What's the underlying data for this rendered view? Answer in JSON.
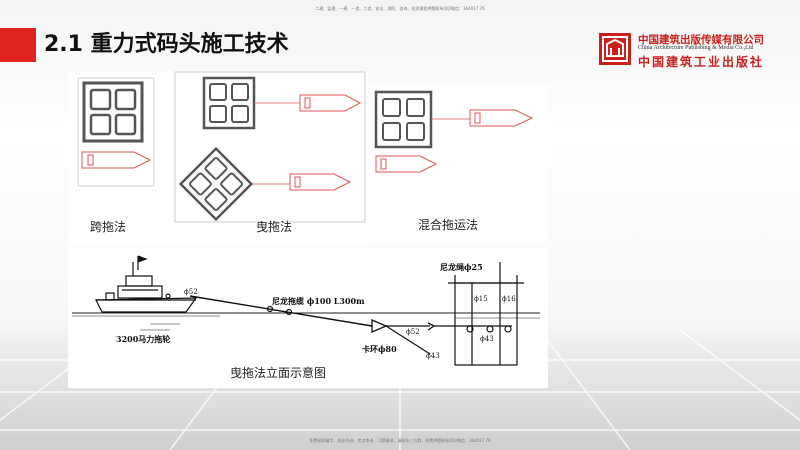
{
  "header": {
    "top_note": "二建、监理、一建、一造、二造、安全、消防、咨询、检测课程押题联系QQ/微信：364017 76",
    "title": "2.1 重力式码头施工技术"
  },
  "publisher": {
    "name_cn": "中国建筑出版传媒有限公司",
    "name_en": "China Architecture Publishing & Media Co.,Ltd",
    "name_cn_stylized": "中国建筑工业出版社"
  },
  "methods": {
    "straddle_label": "跨拖法",
    "tow_label": "曳拖法",
    "mixed_label": "混合拖运法"
  },
  "elevation": {
    "caption": "曳拖法立面示意图",
    "tug_label": "3200马力拖轮",
    "rope_label": "尼龙拖缆 ϕ100  L300m",
    "rope_small_label": "ϕ52",
    "rope_small_label_2": "ϕ52",
    "shackle_label": "卡环ϕ80",
    "rope_lower_label": "ϕ43",
    "nylon_rope_label": "尼龙绳ϕ25",
    "caisson_dim_15": "ϕ15",
    "caisson_dim_43": "ϕ43",
    "caisson_dim_16": "ϕ16"
  },
  "footer": {
    "bottom_note": "免费获取精华、执业内训、考点串讲、习题精讲，请联系三方群，收费押题联系QQ/微信：364017 76"
  },
  "colors": {
    "accent": "#e0231f",
    "boat_outline": "#e05454",
    "box_outline": "#555555"
  }
}
